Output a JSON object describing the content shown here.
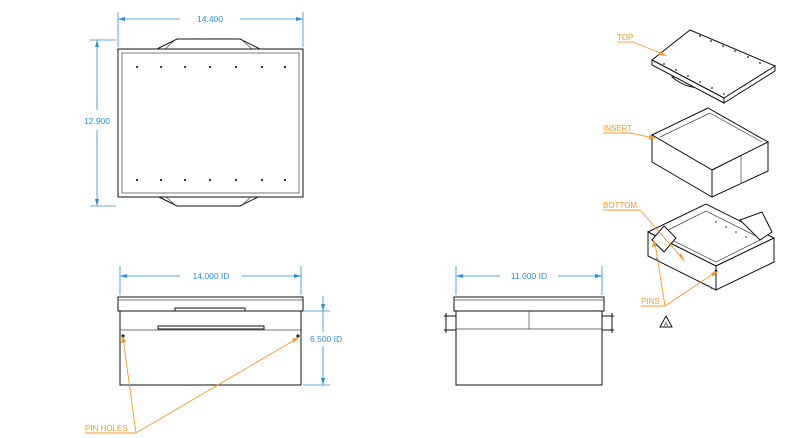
{
  "dimensions": {
    "top_view_width": "14.400",
    "top_view_height": "12.900",
    "front_inner_width": "14.000 ID",
    "front_inner_height": "6.500 ID",
    "side_inner_width": "11.000 ID"
  },
  "callouts": {
    "top": "TOP",
    "insert": "INSERT",
    "bottom": "BOTTOM",
    "pins": "PINS",
    "pin_holes": "PIN HOLES"
  },
  "view_marker": "A",
  "colors": {
    "dimension": "#2a8fd6",
    "callout": "#f39a2b",
    "line": "#111111"
  }
}
